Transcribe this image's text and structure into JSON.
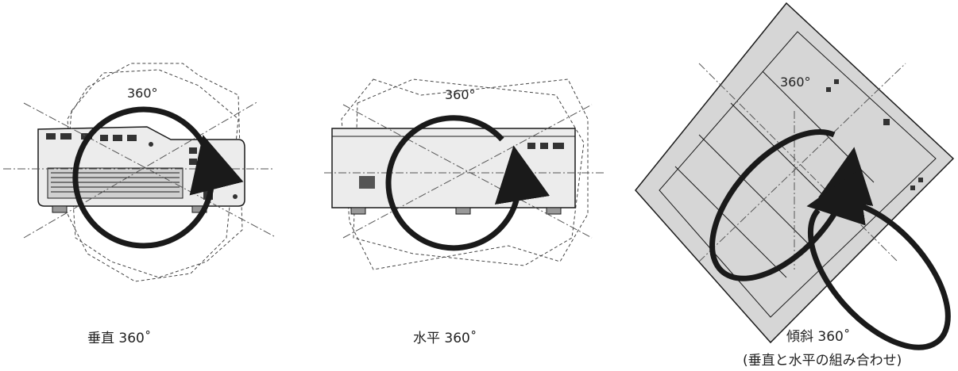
{
  "panels": [
    {
      "angle_label": "360°",
      "caption": "垂直 360˚"
    },
    {
      "angle_label": "360°",
      "caption": "水平 360˚"
    },
    {
      "angle_label": "360°",
      "caption": "傾斜 360˚",
      "caption_sub": "(垂直と水平の組み合わせ)"
    }
  ],
  "colors": {
    "arrow": "#1a1a1a",
    "body_fill": "#ececec",
    "body_stroke": "#1a1a1a",
    "dashed": "#444444",
    "tilt_fill": "#d6d6d6"
  }
}
